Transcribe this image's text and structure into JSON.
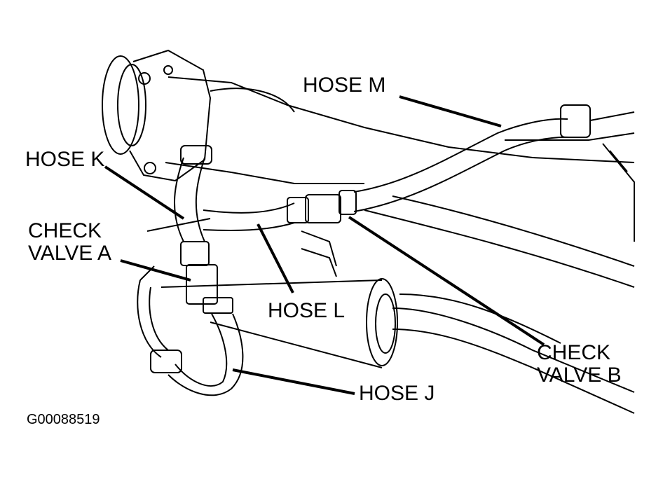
{
  "labels": {
    "hose_m": "HOSE M",
    "hose_k": "HOSE K",
    "check_valve_a_line1": "CHECK",
    "check_valve_a_line2": "VALVE A",
    "hose_l": "HOSE L",
    "check_valve_b_line1": "CHECK",
    "check_valve_b_line2": "VALVE B",
    "hose_j": "HOSE J"
  },
  "figure_code": "G00088519",
  "colors": {
    "line": "#000000",
    "background": "#ffffff"
  }
}
